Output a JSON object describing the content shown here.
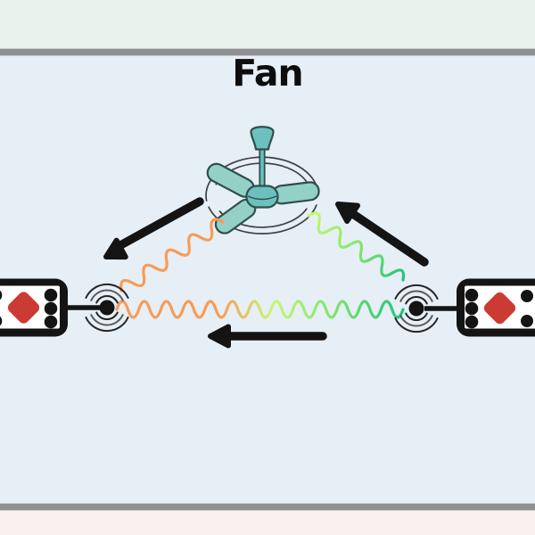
{
  "slide": {
    "title": "Fan"
  },
  "diagram": {
    "nodes": [
      {
        "id": "ceiling-fan",
        "kind": "fan-illustration"
      },
      {
        "id": "remote-left",
        "kind": "remote-control",
        "button": "red-diamond"
      },
      {
        "id": "remote-right",
        "kind": "remote-control",
        "button": "red-diamond"
      }
    ],
    "signals": [
      {
        "from": "ceiling-fan",
        "to": "remote-left",
        "wave": "orange",
        "arrow": "points-down-left"
      },
      {
        "from": "remote-right",
        "to": "ceiling-fan",
        "wave": "lime-to-green",
        "arrow": "points-up-left"
      },
      {
        "from": "remote-right",
        "to": "remote-left",
        "wave": "orange-to-green",
        "arrow": "points-left"
      }
    ]
  },
  "colors": {
    "bg_top": "#e8f3ee",
    "bg_main": "#e6eef6",
    "bg_bottom": "#f8f1f0",
    "divider": "#8e9092",
    "title": "#0d0d0d",
    "ink": "#141414",
    "fan_body": "#6cc0bd",
    "fan_blade": "#93d1c6",
    "fan_outline": "#2f4f4d",
    "arc_line": "#3f4040",
    "signal_arc": "#262626",
    "signal_arc_mid": "#5a5a5a",
    "remote_red": "#cb3a33",
    "remote_face": "#ffffff",
    "wave_orange": "#f89b55",
    "wave_lime": "#c9f76f",
    "wave_mid": "#7fe46d",
    "wave_green": "#1fc47a"
  }
}
